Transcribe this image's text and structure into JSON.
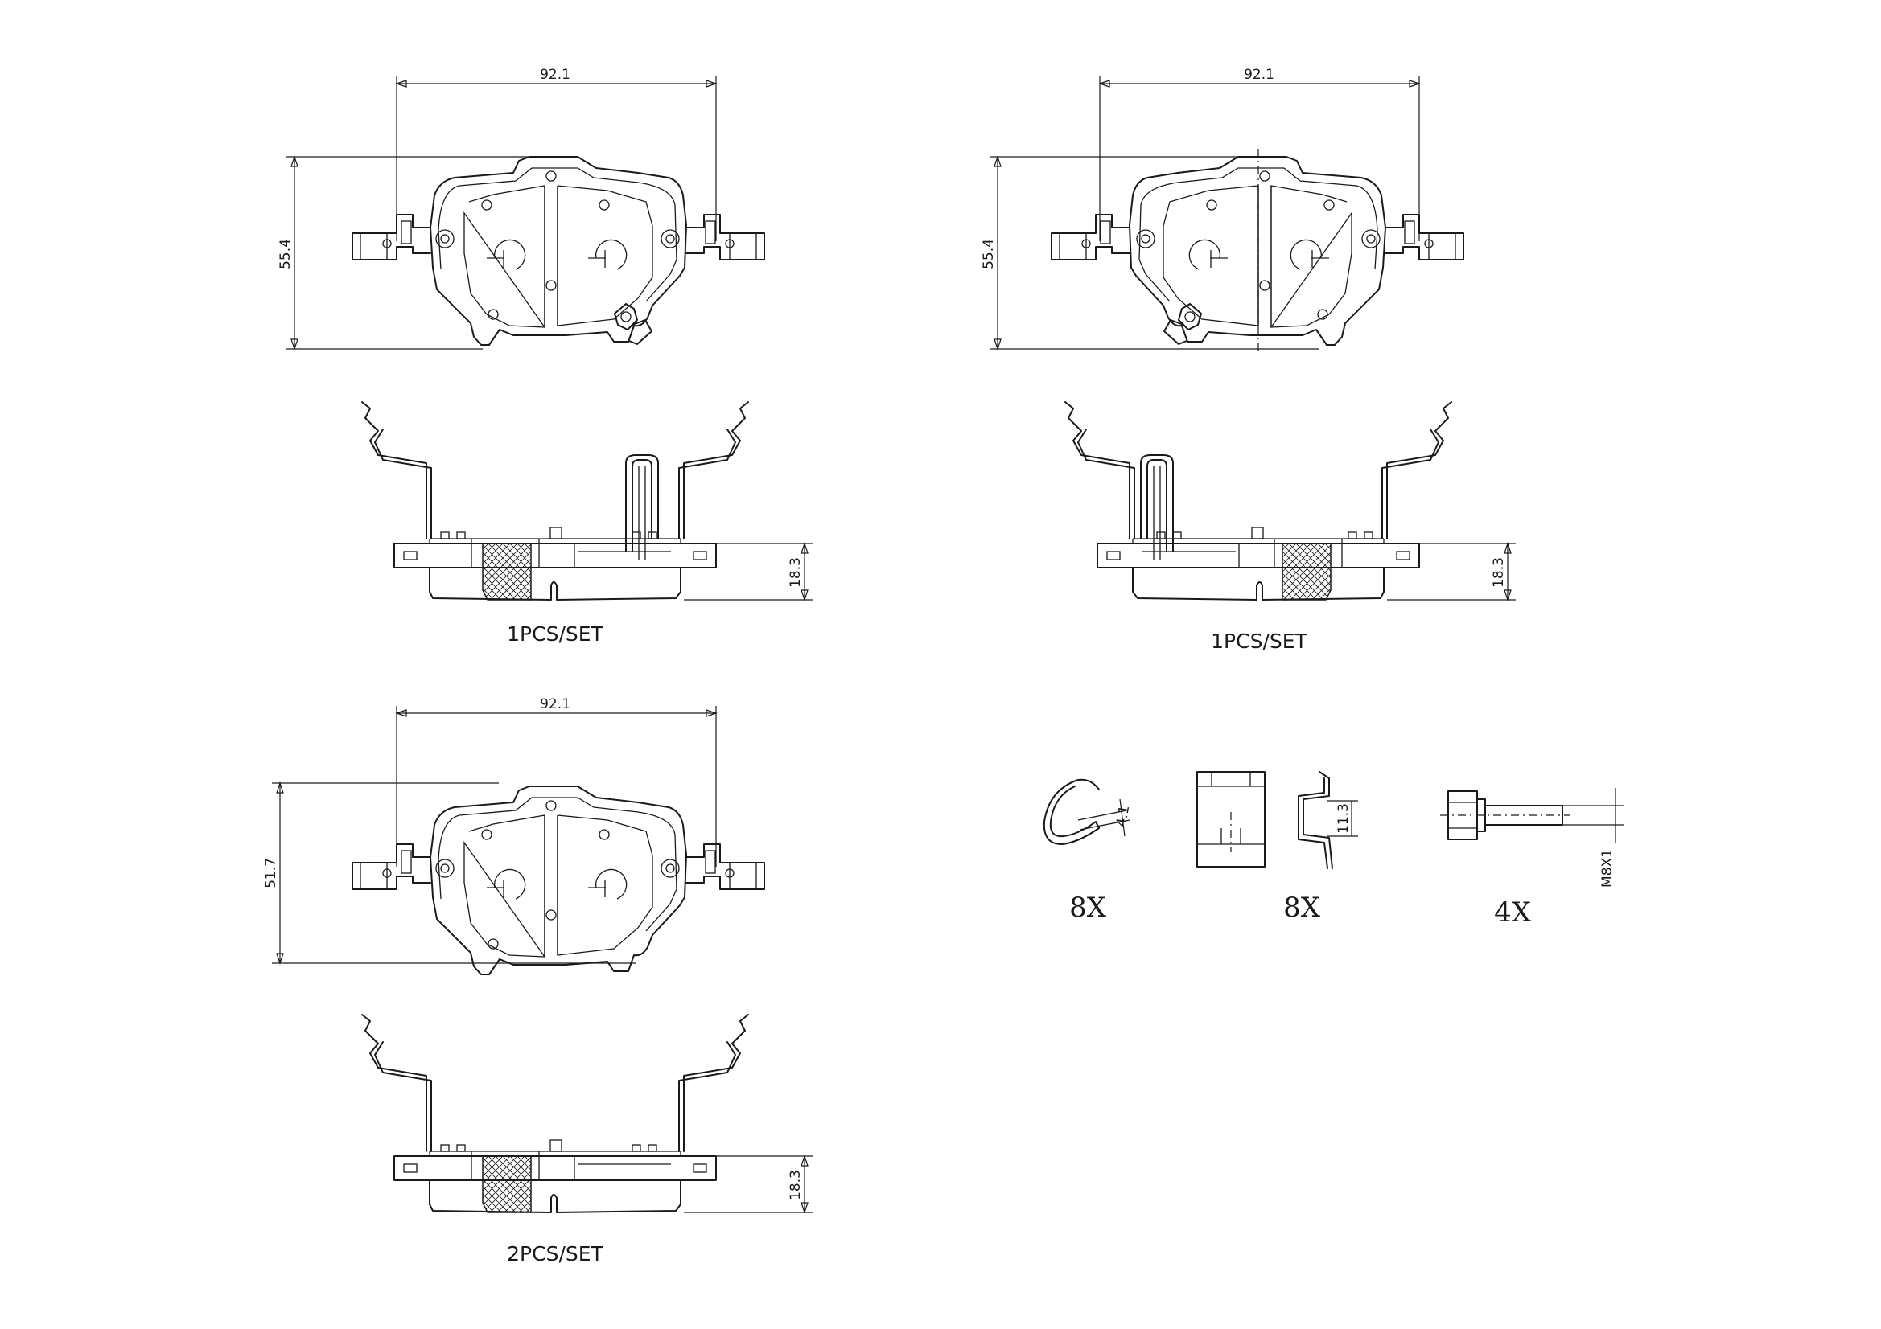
{
  "pad_a": {
    "width": "92.1",
    "height": "55.4",
    "side_thickness": "18.3",
    "set_label": "1PCS/SET"
  },
  "pad_b": {
    "width": "92.1",
    "height": "55.4",
    "side_thickness": "18.3",
    "set_label": "1PCS/SET"
  },
  "pad_c": {
    "width": "92.1",
    "height": "51.7",
    "side_thickness": "18.3",
    "set_label": "2PCS/SET"
  },
  "accessories": {
    "spring_clip": {
      "dimension": "4.1",
      "quantity": "8X"
    },
    "abutment_clip": {
      "dimension": "11.3",
      "quantity": "8X"
    },
    "bolt": {
      "thread": "M8X1",
      "quantity": "4X"
    }
  }
}
